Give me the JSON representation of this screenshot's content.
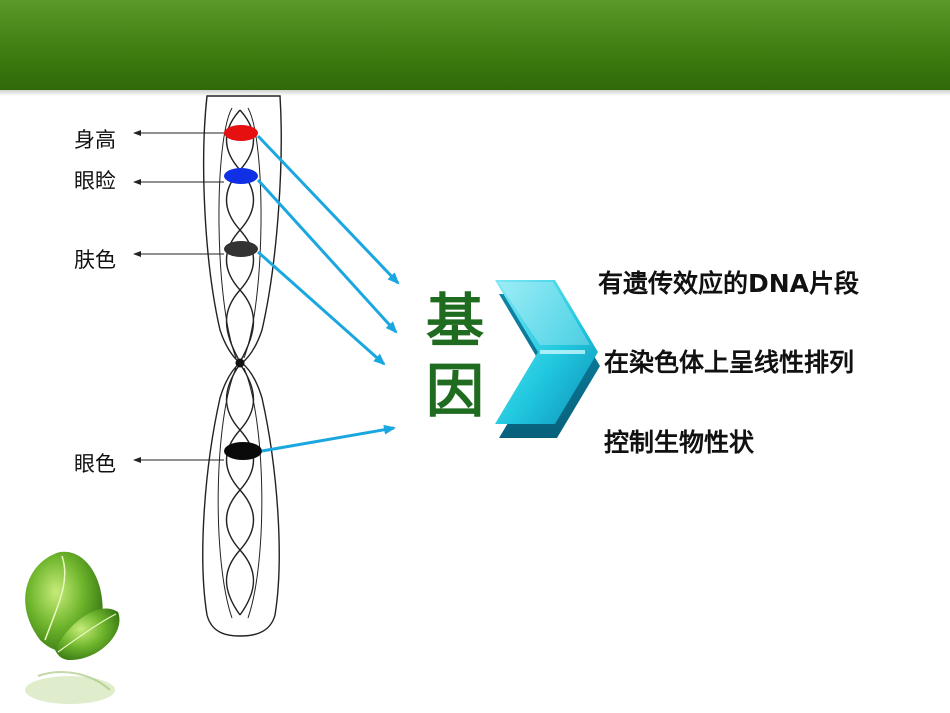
{
  "traits": [
    {
      "label": "身高",
      "band_color": "#e61010"
    },
    {
      "label": "眼睑",
      "band_color": "#1030e6"
    },
    {
      "label": "肤色",
      "band_color": "#333333"
    },
    {
      "label": "眼色",
      "band_color": "#0a0a0a"
    }
  ],
  "gene": {
    "title_line1": "基",
    "title_line2": "因"
  },
  "properties": [
    "有遗传效应的DNA片段",
    "在染色体上呈线性排列",
    "控制生物性状"
  ],
  "colors": {
    "header": "#3f7f12",
    "arrow": "#1aa7e0",
    "gene_title": "#1f6b1f",
    "chevron": "#1cc6dc"
  },
  "icons": [
    "leaf-icon",
    "chevron-right-icon"
  ]
}
